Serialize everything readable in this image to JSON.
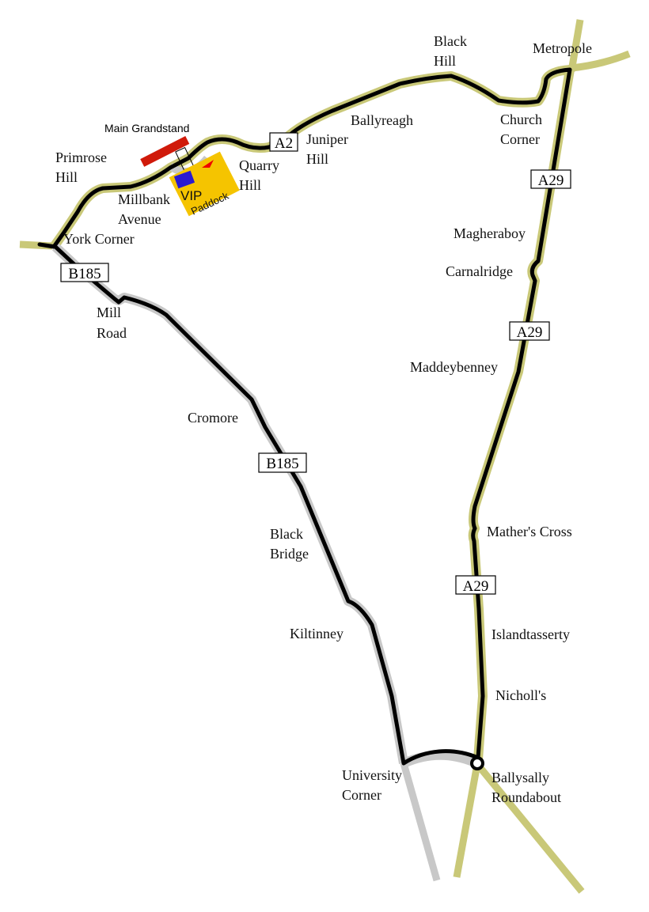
{
  "map": {
    "colors": {
      "a_road": "#c9c878",
      "b_road": "#c8c8c8",
      "track": "#000000",
      "grandstand": "#d01a0a",
      "paddock": "#f5c400",
      "vip": "#2a1ad0"
    },
    "grandstand_label": "Main Grandstand",
    "paddock": {
      "vip": "VIP",
      "label": "Paddock"
    },
    "road_markers": {
      "a2": "A2",
      "a29_1": "A29",
      "a29_2": "A29",
      "a29_3": "A29",
      "b185_1": "B185",
      "b185_2": "B185"
    },
    "places": {
      "primrose_hill": [
        "Primrose",
        "Hill"
      ],
      "millbank_avenue": [
        "Millbank",
        "Avenue"
      ],
      "york_corner": "York Corner",
      "mill_road": [
        "Mill",
        "Road"
      ],
      "quarry_hill": [
        "Quarry",
        "Hill"
      ],
      "juniper_hill": [
        "Juniper",
        "Hill"
      ],
      "ballyreagh": "Ballyreagh",
      "black_hill": [
        "Black",
        "Hill"
      ],
      "metropole": "Metropole",
      "church_corner": [
        "Church",
        "Corner"
      ],
      "magheraboy": "Magheraboy",
      "carnalridge": "Carnalridge",
      "maddeybenney": "Maddeybenney",
      "mathers_cross": "Mather's Cross",
      "islandtasserty": "Islandtasserty",
      "nicholls": "Nicholl's",
      "ballysally_roundabout": [
        "Ballysally",
        "Roundabout"
      ],
      "university_corner": [
        "University",
        "Corner"
      ],
      "kiltinney": "Kiltinney",
      "black_bridge": [
        "Black",
        "Bridge"
      ],
      "cromore": "Cromore"
    }
  }
}
